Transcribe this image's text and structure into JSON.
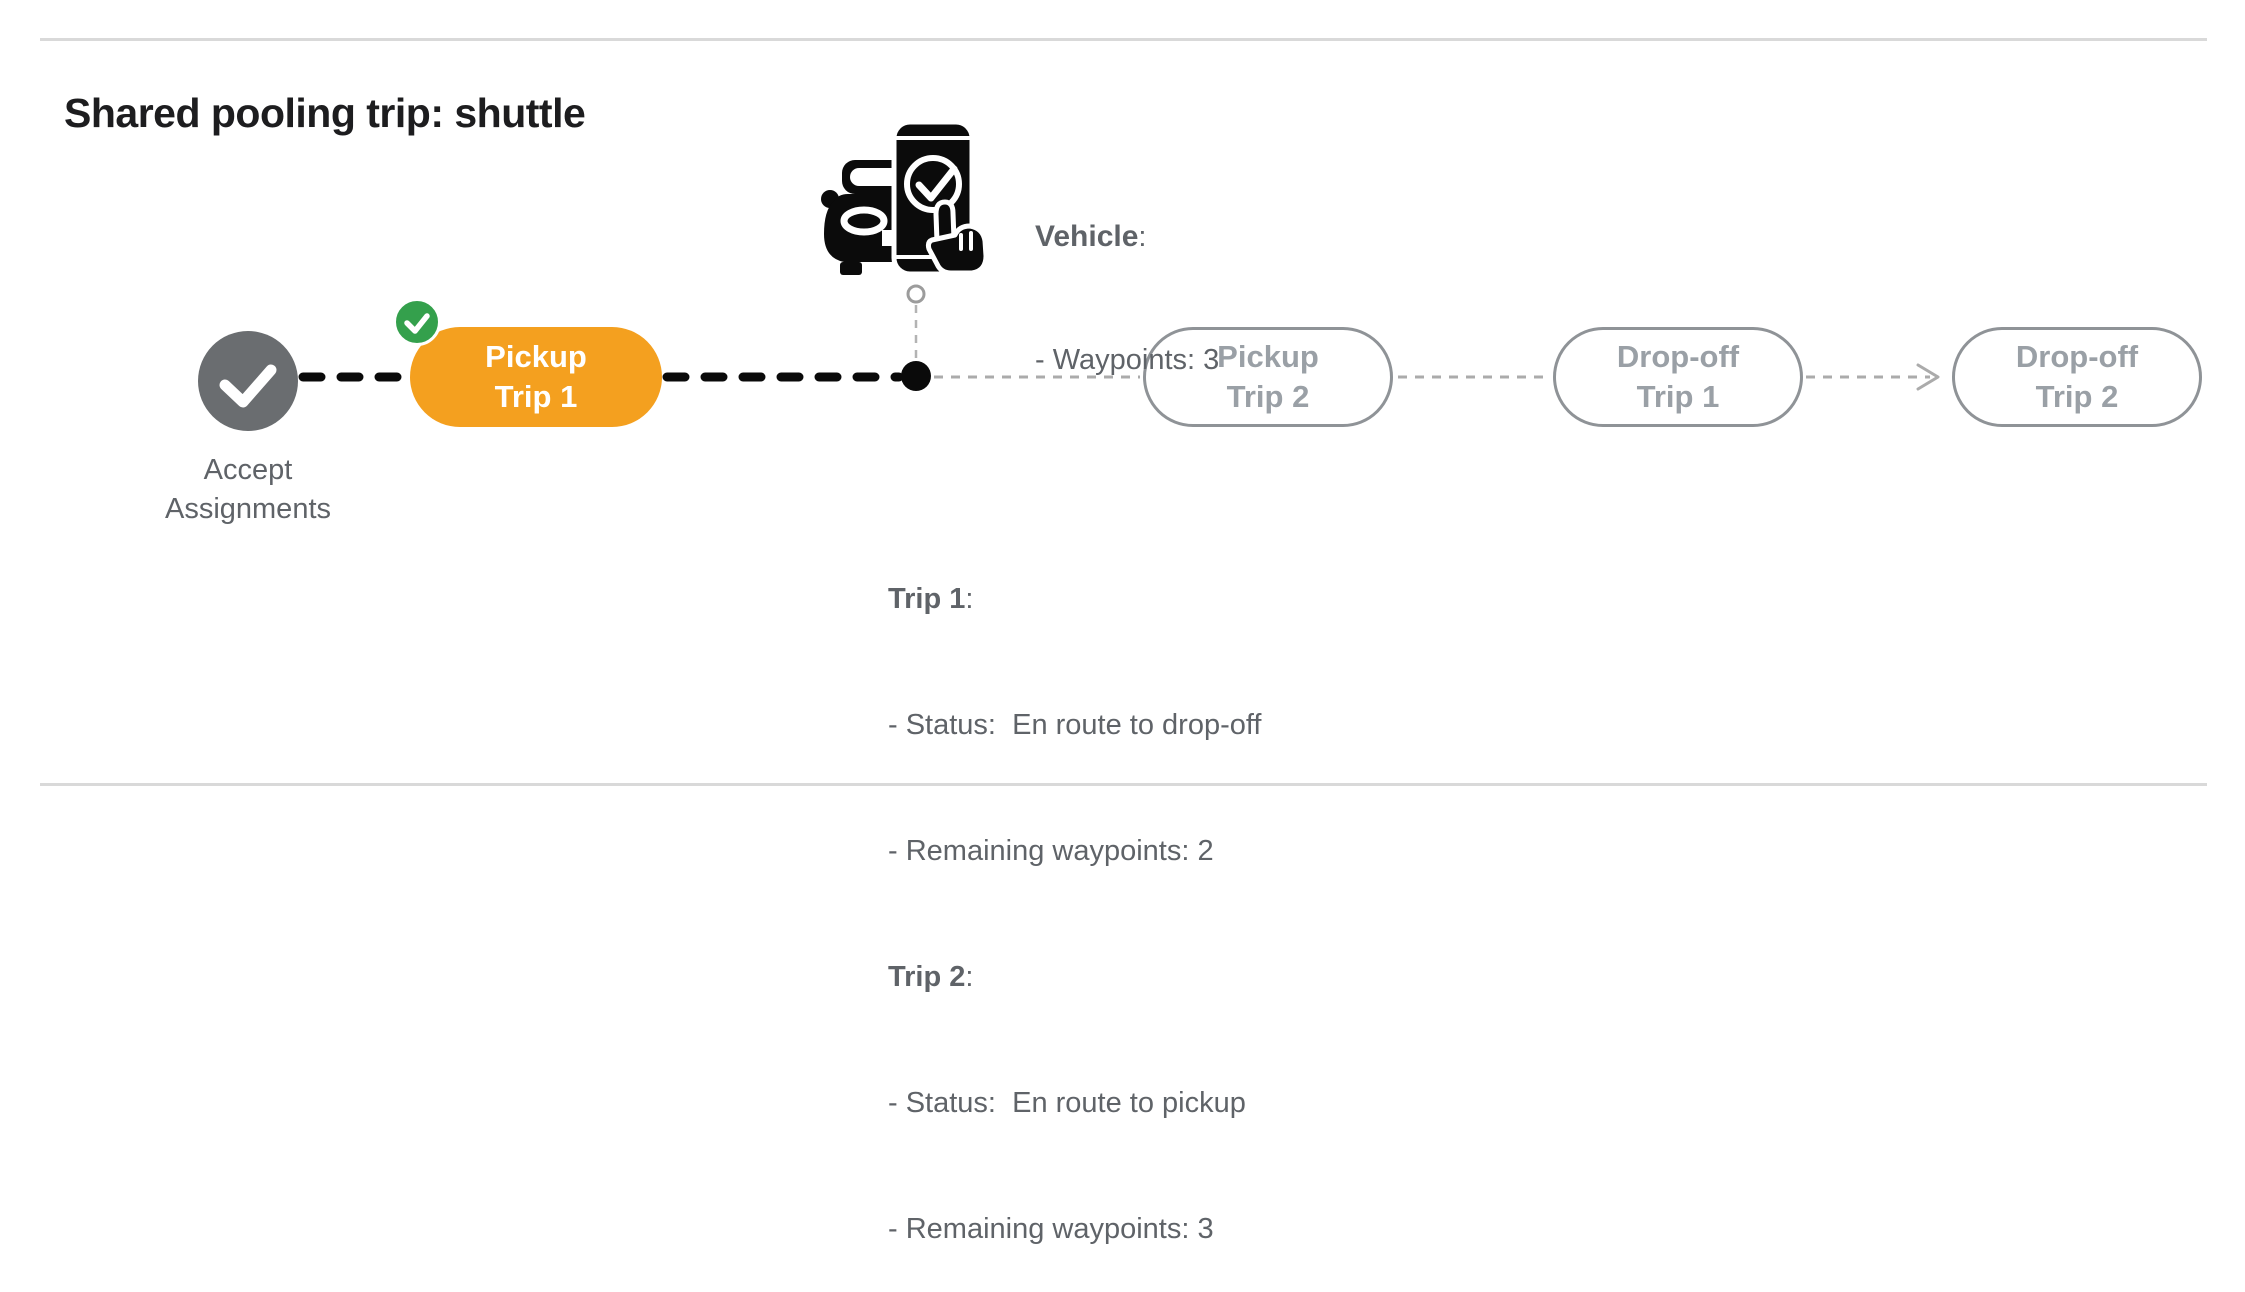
{
  "header": {
    "title": "Shared pooling trip: shuttle"
  },
  "vehicle_info": {
    "label": "Vehicle",
    "colon": ":",
    "waypoints_line": "- Waypoints: 3"
  },
  "timeline": {
    "nodes": [
      {
        "id": "accept-assignments",
        "type": "milestone-check",
        "state": "completed",
        "label_line1": "Accept",
        "label_line2": "Assignments"
      },
      {
        "id": "pickup-trip-1",
        "type": "pill",
        "state": "completed-active",
        "line1": "Pickup",
        "line2": "Trip 1",
        "badge": "check"
      },
      {
        "id": "pickup-trip-2",
        "type": "pill",
        "state": "pending",
        "line1": "Pickup",
        "line2": "Trip 2"
      },
      {
        "id": "dropoff-trip-1",
        "type": "pill",
        "state": "pending",
        "line1": "Drop-off",
        "line2": "Trip 1"
      },
      {
        "id": "dropoff-trip-2",
        "type": "pill",
        "state": "pending",
        "line1": "Drop-off",
        "line2": "Trip 2"
      }
    ]
  },
  "trip_status": {
    "colon": ":",
    "trips": [
      {
        "name": "Trip 1",
        "status_line": "- Status:  En route to drop-off",
        "remaining_line": "- Remaining waypoints: 2"
      },
      {
        "name": "Trip 2",
        "status_line": "- Status:  En route to pickup",
        "remaining_line": "- Remaining waypoints: 3"
      }
    ]
  },
  "colors": {
    "accent_orange": "#F4A01F",
    "success_green": "#34A04C",
    "completed_gray": "#6A6D70",
    "pending_outline_gray": "#8F9397",
    "pending_text_gray": "#9AA0A6",
    "body_text_gray": "#5F6368",
    "title_text": "#1D1D1F",
    "connector_black": "#0A0A0A",
    "connector_gray": "#ABABAB",
    "divider_gray": "#D9D9D9"
  }
}
